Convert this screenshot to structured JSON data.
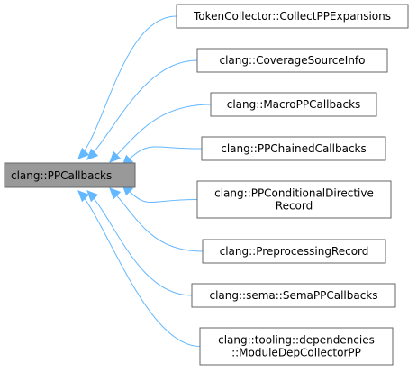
{
  "diagram": {
    "root": {
      "label": "clang::PPCallbacks"
    },
    "children": [
      {
        "lines": [
          "TokenCollector::CollectPPExpansions"
        ]
      },
      {
        "lines": [
          "clang::CoverageSourceInfo"
        ]
      },
      {
        "lines": [
          "clang::MacroPPCallbacks"
        ]
      },
      {
        "lines": [
          "clang::PPChainedCallbacks"
        ]
      },
      {
        "lines": [
          "clang::PPConditionalDirective",
          "Record"
        ]
      },
      {
        "lines": [
          "clang::PreprocessingRecord"
        ]
      },
      {
        "lines": [
          "clang::sema::SemaPPCallbacks"
        ]
      },
      {
        "lines": [
          "clang::tooling::dependencies",
          "::ModuleDepCollectorPP"
        ]
      }
    ],
    "colors": {
      "edge": "#63b8ff",
      "root_fill": "#999999",
      "node_fill": "#ffffff",
      "border": "#666666"
    }
  }
}
